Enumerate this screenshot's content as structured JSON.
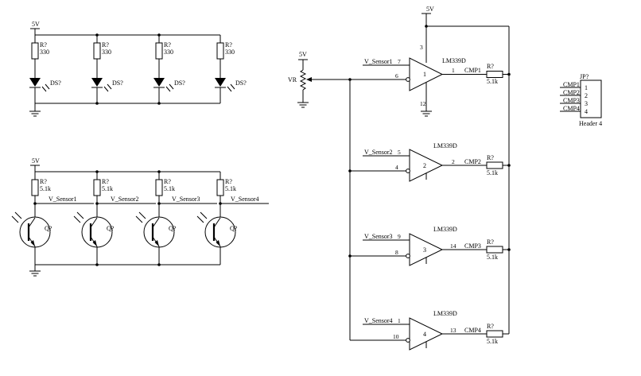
{
  "colors": {
    "wire": "#000000",
    "background": "#ffffff"
  },
  "power": {
    "vcc": "5V"
  },
  "led_section": {
    "resistors": [
      {
        "ref": "R?",
        "value": "330"
      },
      {
        "ref": "R?",
        "value": "330"
      },
      {
        "ref": "R?",
        "value": "330"
      },
      {
        "ref": "R?",
        "value": "330"
      }
    ],
    "leds": [
      {
        "ref": "DS?"
      },
      {
        "ref": "DS?"
      },
      {
        "ref": "DS?"
      },
      {
        "ref": "DS?"
      }
    ]
  },
  "sensor_section": {
    "resistors": [
      {
        "ref": "R?",
        "value": "5.1k"
      },
      {
        "ref": "R?",
        "value": "5.1k"
      },
      {
        "ref": "R?",
        "value": "5.1k"
      },
      {
        "ref": "R?",
        "value": "5.1k"
      }
    ],
    "phototransistors": [
      {
        "ref": "Q?"
      },
      {
        "ref": "Q?"
      },
      {
        "ref": "Q?"
      },
      {
        "ref": "Q?"
      }
    ],
    "nets": [
      "V_Sensor1",
      "V_Sensor2",
      "V_Sensor3",
      "V_Sensor4"
    ]
  },
  "potentiometer": {
    "label": "VR"
  },
  "comparators": [
    {
      "part": "LM339D",
      "unit": "1",
      "in_net": "V_Sensor1",
      "in_pin": "7",
      "ref_pin": "6",
      "out_pin": "1",
      "out_net": "CMP1",
      "pullup_ref": "R?",
      "pullup_value": "5.1k",
      "vcc_pin": "3",
      "gnd_pin": "12"
    },
    {
      "part": "LM339D",
      "unit": "2",
      "in_net": "V_Sensor2",
      "in_pin": "5",
      "ref_pin": "4",
      "out_pin": "2",
      "out_net": "CMP2",
      "pullup_ref": "R?",
      "pullup_value": "5.1k"
    },
    {
      "part": "LM339D",
      "unit": "3",
      "in_net": "V_Sensor3",
      "in_pin": "9",
      "ref_pin": "8",
      "out_pin": "14",
      "out_net": "CMP3",
      "pullup_ref": "R?",
      "pullup_value": "5.1k"
    },
    {
      "part": "LM339D",
      "unit": "4",
      "in_net": "V_Sensor4",
      "in_pin": "1",
      "ref_pin": "10",
      "out_pin": "13",
      "out_net": "CMP4",
      "pullup_ref": "R?",
      "pullup_value": "5.1k"
    }
  ],
  "header": {
    "ref": "JP?",
    "name": "Header 4",
    "pins": [
      {
        "num": "1",
        "net": "CMP1"
      },
      {
        "num": "2",
        "net": "CMP2"
      },
      {
        "num": "3",
        "net": "CMP3"
      },
      {
        "num": "4",
        "net": "CMP4"
      }
    ]
  }
}
